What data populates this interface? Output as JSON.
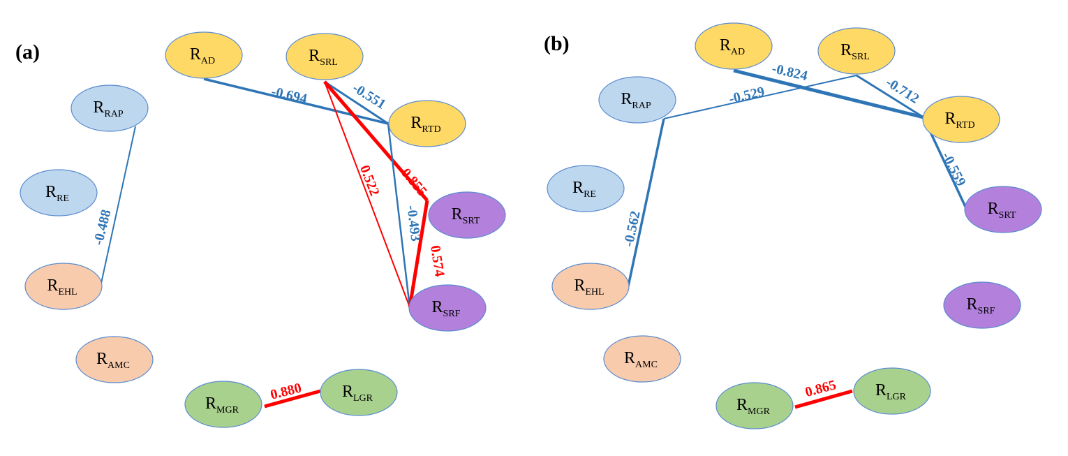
{
  "colors": {
    "positive": "#ff0000",
    "negative": "#2e75b6",
    "group_yellow": {
      "fill": "#ffd966",
      "stroke": "#5b8bd0"
    },
    "group_blue": {
      "fill": "#bdd7ee",
      "stroke": "#5b8bd0"
    },
    "group_orange": {
      "fill": "#f8cbad",
      "stroke": "#5b8bd0"
    },
    "group_purple": {
      "fill": "#b381dc",
      "stroke": "#5b8bd0"
    },
    "group_green": {
      "fill": "#a9d18e",
      "stroke": "#5b8bd0"
    }
  },
  "panels": [
    {
      "id": "a",
      "label": "(a)",
      "nodes": [
        {
          "id": "AD",
          "main": "R",
          "sub": "AD",
          "group": "group_yellow"
        },
        {
          "id": "SRL",
          "main": "R",
          "sub": "SRL",
          "group": "group_yellow"
        },
        {
          "id": "RTD",
          "main": "R",
          "sub": "RTD",
          "group": "group_yellow"
        },
        {
          "id": "RAP",
          "main": "R",
          "sub": "RAP",
          "group": "group_blue"
        },
        {
          "id": "RE",
          "main": "R",
          "sub": "RE",
          "group": "group_blue"
        },
        {
          "id": "EHL",
          "main": "R",
          "sub": "EHL",
          "group": "group_orange"
        },
        {
          "id": "AMC",
          "main": "R",
          "sub": "AMC",
          "group": "group_orange"
        },
        {
          "id": "SRT",
          "main": "R",
          "sub": "SRT",
          "group": "group_purple"
        },
        {
          "id": "SRF",
          "main": "R",
          "sub": "SRF",
          "group": "group_purple"
        },
        {
          "id": "MGR",
          "main": "R",
          "sub": "MGR",
          "group": "group_green"
        },
        {
          "id": "LGR",
          "main": "R",
          "sub": "LGR",
          "group": "group_green"
        }
      ],
      "edges": [
        {
          "from": "AD",
          "to": "RTD",
          "value": "-0.694",
          "sign": "negative"
        },
        {
          "from": "SRL",
          "to": "RTD",
          "value": "-0.551",
          "sign": "negative"
        },
        {
          "from": "SRL",
          "to": "SRT",
          "value": "0.855",
          "sign": "positive"
        },
        {
          "from": "SRL",
          "to": "SRF",
          "value": "0.522",
          "sign": "positive"
        },
        {
          "from": "RTD",
          "to": "SRF",
          "value": "-0.493",
          "sign": "negative"
        },
        {
          "from": "SRT",
          "to": "SRF",
          "value": "0.574",
          "sign": "positive"
        },
        {
          "from": "RAP",
          "to": "EHL",
          "value": "-0.488",
          "sign": "negative"
        },
        {
          "from": "MGR",
          "to": "LGR",
          "value": "0.880",
          "sign": "positive"
        }
      ]
    },
    {
      "id": "b",
      "label": "(b)",
      "nodes": [
        {
          "id": "AD",
          "main": "R",
          "sub": "AD",
          "group": "group_yellow"
        },
        {
          "id": "SRL",
          "main": "R",
          "sub": "SRL",
          "group": "group_yellow"
        },
        {
          "id": "RTD",
          "main": "R",
          "sub": "RTD",
          "group": "group_yellow"
        },
        {
          "id": "RAP",
          "main": "R",
          "sub": "RAP",
          "group": "group_blue"
        },
        {
          "id": "RE",
          "main": "R",
          "sub": "RE",
          "group": "group_blue"
        },
        {
          "id": "EHL",
          "main": "R",
          "sub": "EHL",
          "group": "group_orange"
        },
        {
          "id": "AMC",
          "main": "R",
          "sub": "AMC",
          "group": "group_orange"
        },
        {
          "id": "SRT",
          "main": "R",
          "sub": "SRT",
          "group": "group_purple"
        },
        {
          "id": "SRF",
          "main": "R",
          "sub": "SRF",
          "group": "group_purple"
        },
        {
          "id": "MGR",
          "main": "R",
          "sub": "MGR",
          "group": "group_green"
        },
        {
          "id": "LGR",
          "main": "R",
          "sub": "LGR",
          "group": "group_green"
        }
      ],
      "edges": [
        {
          "from": "AD",
          "to": "RTD",
          "value": "-0.824",
          "sign": "negative"
        },
        {
          "from": "SRL",
          "to": "RAP",
          "value": "-0.529",
          "sign": "negative"
        },
        {
          "from": "SRL",
          "to": "RTD",
          "value": "-0.712",
          "sign": "negative"
        },
        {
          "from": "RTD",
          "to": "SRT",
          "value": "-0.559",
          "sign": "negative"
        },
        {
          "from": "RAP",
          "to": "EHL",
          "value": "-0.562",
          "sign": "negative"
        },
        {
          "from": "MGR",
          "to": "LGR",
          "value": "0.865",
          "sign": "positive"
        }
      ]
    }
  ]
}
